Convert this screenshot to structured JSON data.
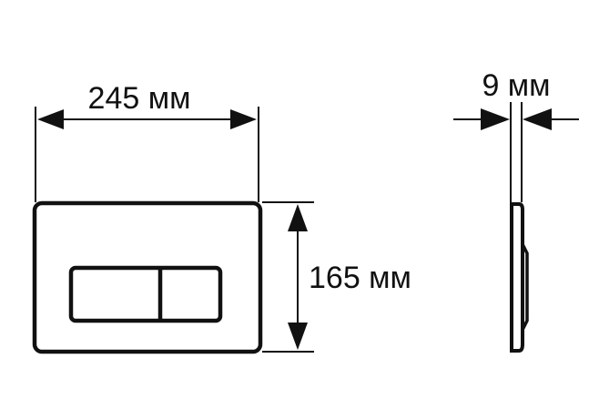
{
  "dimensions": {
    "width_label": "245 мм",
    "height_label": "165 мм",
    "depth_label": "9 мм"
  },
  "colors": {
    "line": "#111111",
    "background": "#ffffff"
  }
}
